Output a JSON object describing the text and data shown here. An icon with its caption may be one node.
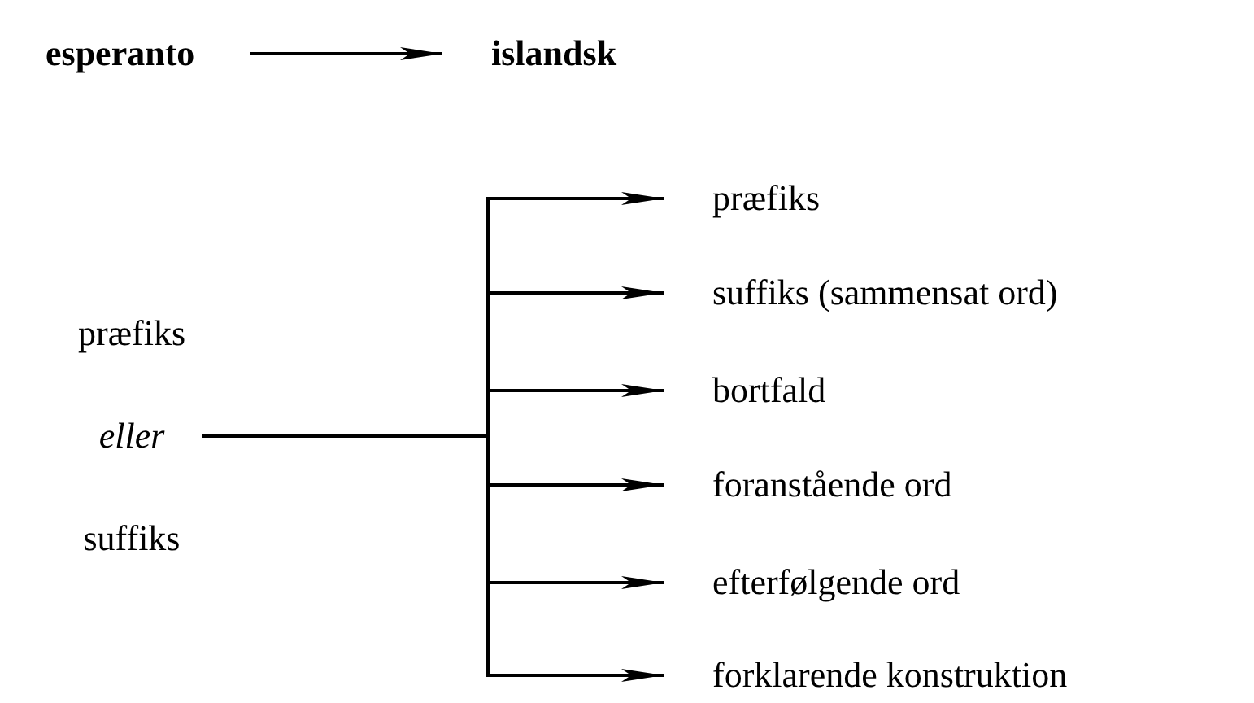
{
  "diagram": {
    "nodes": [
      {
        "text": [
          "esperanto"
        ]
      },
      {
        "text": [
          "islandsk"
        ]
      },
      {
        "text": [
          "præfiks",
          "eller",
          "suffiks"
        ]
      },
      {
        "text": [
          "præfiks"
        ]
      },
      {
        "text": [
          "suffiks (sammensat ord)"
        ]
      },
      {
        "text": [
          "bortfald"
        ]
      },
      {
        "text": [
          "foranstående ord"
        ]
      },
      {
        "text": [
          "efterfølgende ord"
        ]
      },
      {
        "text": [
          "forklarende konstruktion"
        ]
      }
    ],
    "edges": [
      {
        "from": 0,
        "to": 1,
        "arrow": "to"
      },
      {
        "from": 2,
        "to": 3,
        "arrow": "to"
      },
      {
        "from": 2,
        "to": 4,
        "arrow": "to"
      },
      {
        "from": 2,
        "to": 5,
        "arrow": "to"
      },
      {
        "from": 2,
        "to": 6,
        "arrow": "to"
      },
      {
        "from": 2,
        "to": 7,
        "arrow": "to"
      },
      {
        "from": 2,
        "to": 8,
        "arrow": "to"
      }
    ]
  }
}
